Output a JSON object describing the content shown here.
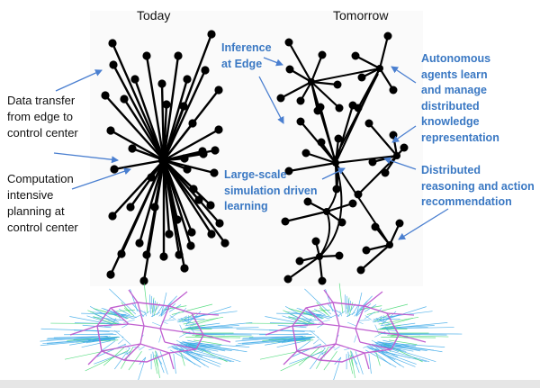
{
  "titles": {
    "today": "Today",
    "tomorrow": "Tomorrow"
  },
  "annotations": {
    "left": [
      {
        "lines": [
          "Data transfer",
          "from edge to",
          "control center"
        ]
      },
      {
        "lines": [
          "Computation",
          "intensive",
          "planning at",
          "control center"
        ]
      }
    ],
    "right": [
      {
        "lines": [
          "Inference",
          "at Edge"
        ]
      },
      {
        "lines": [
          "Large-scale",
          "simulation driven",
          "learning"
        ]
      },
      {
        "lines": [
          "Autonomous",
          "agents learn",
          "and manage",
          "distributed",
          "knowledge",
          "representation"
        ]
      },
      {
        "lines": [
          "Distributed",
          "reasoning and action",
          "recommendation"
        ]
      }
    ]
  },
  "colors": {
    "annotation_blue": "#3a78c3",
    "arrow_blue": "#4a7fd0",
    "edge": "#000000",
    "road_magenta": "#c060d0",
    "branch_cyan": "#3aa8e8",
    "branch_green": "#40d870"
  },
  "diagrams": {
    "today": {
      "topology": "centralized star",
      "hub_count": 1,
      "leaf_count": 46
    },
    "tomorrow": {
      "topology": "distributed multi-hub",
      "hub_count": 6
    }
  }
}
